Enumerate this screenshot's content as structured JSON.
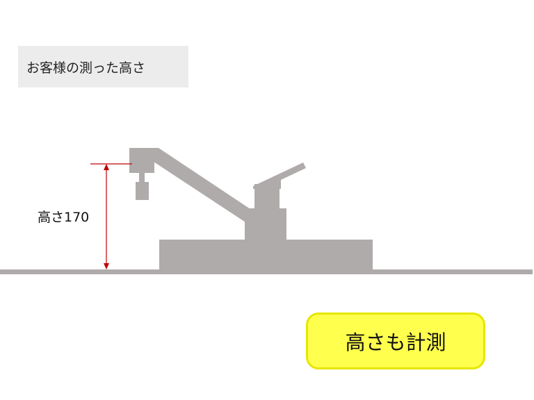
{
  "title_label": "お客様の測った高さ",
  "height_label": "高さ170",
  "button_label": "高さも計測",
  "colors": {
    "faucet": "#afabab",
    "dimension_line": "#c00000",
    "button_fill": "#ffff4d",
    "button_border": "#e6e600",
    "title_bg": "#ececec"
  }
}
